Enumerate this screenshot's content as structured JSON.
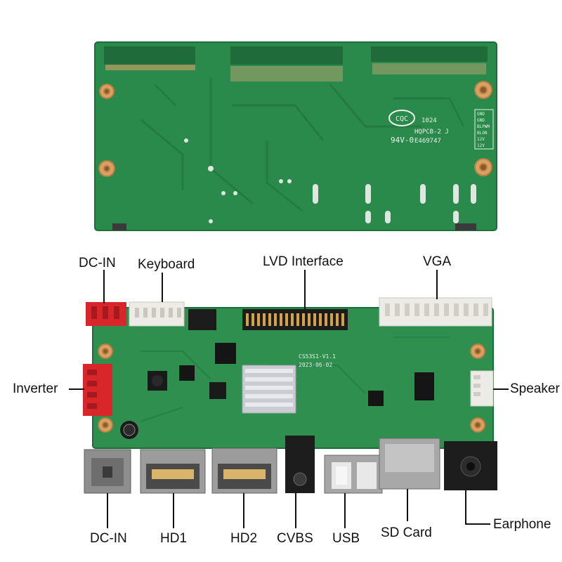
{
  "labels": {
    "dc_in_top": "DC-IN",
    "keyboard": "Keyboard",
    "lvd_interface": "LVD Interface",
    "vga": "VGA",
    "inverter": "Inverter",
    "speaker": "Speaker",
    "dc_in_bottom": "DC-IN",
    "hd1": "HD1",
    "hd2": "HD2",
    "cvbs": "CVBS",
    "usb": "USB",
    "sd_card": "SD Card",
    "earphone": "Earphone"
  },
  "silkscreen": {
    "cert_logo": "CQC",
    "hqpcb": "HQPCB-2 J",
    "ul_code": "E469747",
    "flame_rating": "94V-0",
    "date_code": "1024",
    "board_model": "CS53S1-V1.1",
    "board_date": "2023-06-02",
    "backlight_pins": [
      "GND",
      "GND",
      "BLPWM",
      "BLON",
      "12V",
      "12V"
    ]
  },
  "colors": {
    "pcb_green": "#2e8f4f",
    "pcb_dark": "#1f6b3a",
    "pad_copper": "#d9a066",
    "connector_red": "#d8262a",
    "connector_white": "#ecebe6",
    "heatsink": "#c9ccd1"
  }
}
